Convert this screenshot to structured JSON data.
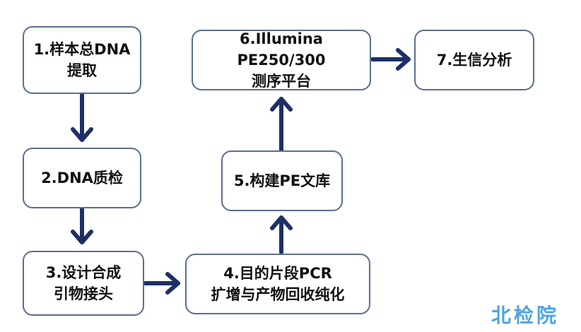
{
  "steps": [
    {
      "line1": "1.样本总DNA",
      "line2": "提取"
    },
    {
      "line1": "2.DNA质检",
      "line2": ""
    },
    {
      "line1": "3.设计合成",
      "line2": "引物接头"
    },
    {
      "line1": "4.目的片段PCR",
      "line2": "扩增与产物回收纯化"
    },
    {
      "line1": "5.构建PE文库",
      "line2": ""
    },
    {
      "line1": "6.Illumina PE250/300",
      "line2": "测序平台"
    },
    {
      "line1": "7.生信分析",
      "line2": ""
    }
  ],
  "watermark": "北检院",
  "colors": {
    "arrow": "#1f2f66",
    "border": "#5a6f8c",
    "watermark": "#4fa3e0"
  }
}
